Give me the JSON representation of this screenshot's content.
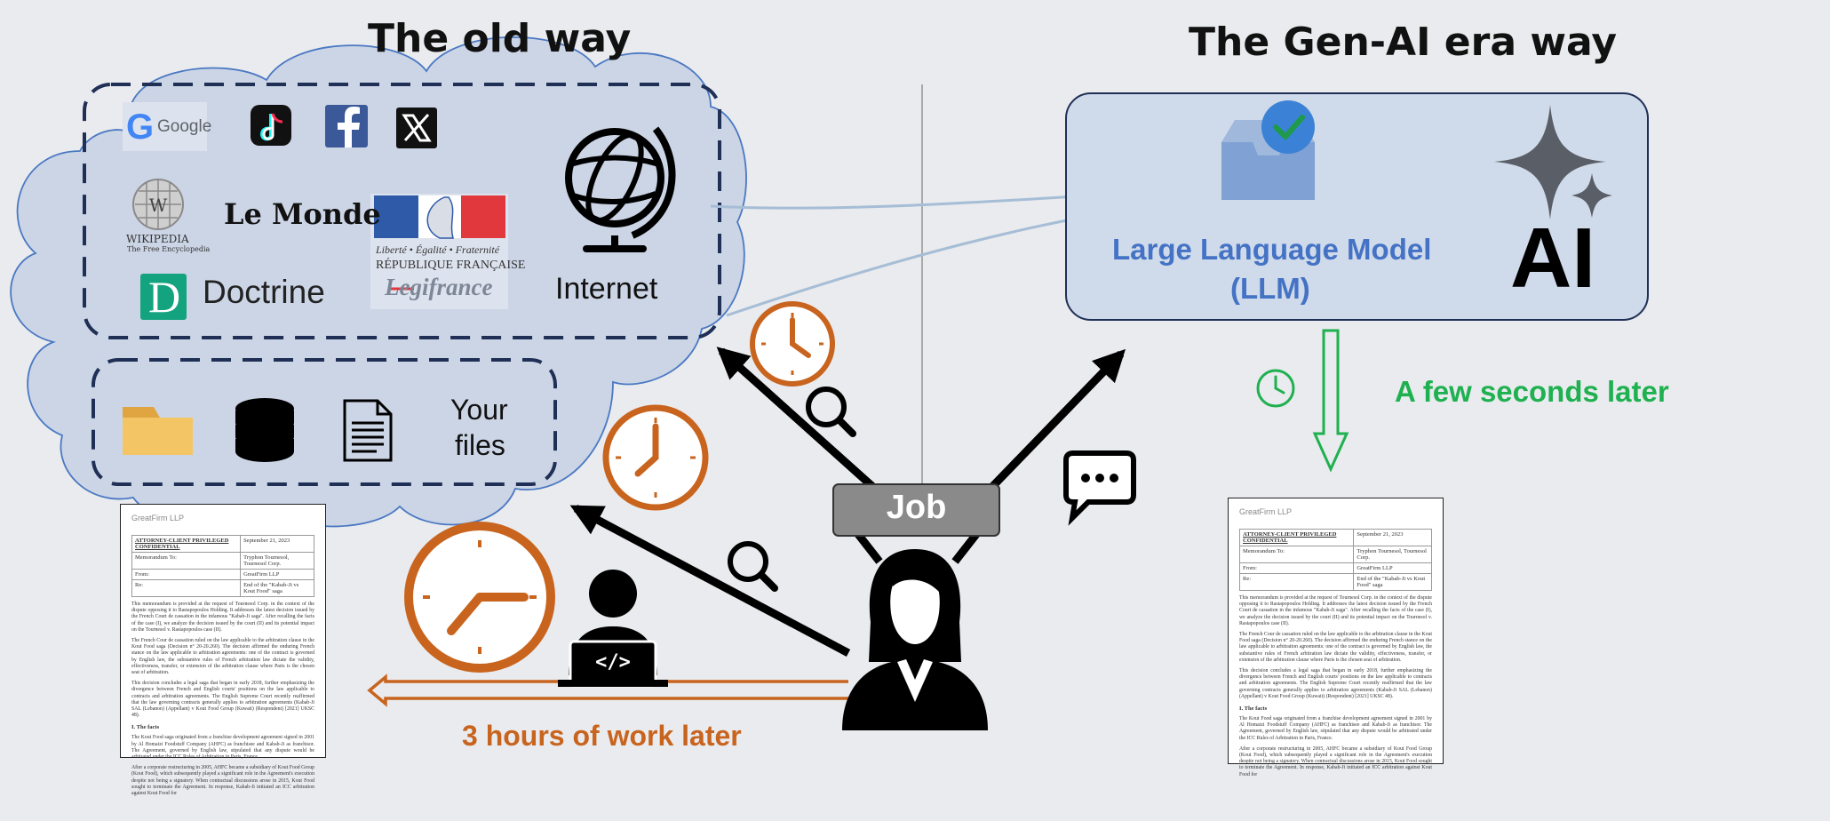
{
  "titles": {
    "left": "The old way",
    "right": "The Gen-AI era way"
  },
  "sources": {
    "google": "Google",
    "wikipedia_name": "WIKIPEDIA",
    "wikipedia_tagline": "The Free Encyclopedia",
    "lemonde": "Le Monde",
    "legifrance_motto": "Liberté • Égalité • Fraternité",
    "legifrance_republic": "RÉPUBLIQUE FRANÇAISE",
    "legifrance_name": "Legifrance",
    "doctrine_letter": "D",
    "doctrine_name": "Doctrine",
    "internet": "Internet",
    "your_files_line1": "Your",
    "your_files_line2": "files"
  },
  "llm": {
    "label_line1": "Large Language Model",
    "label_line2": "(LLM)",
    "ai_text": "AI"
  },
  "job_label": "Job",
  "few_seconds_label": "A few seconds later",
  "three_hours_label": "3 hours of work later",
  "icons": [
    "google-logo",
    "tiktok-icon",
    "facebook-icon",
    "x-icon",
    "wikipedia-globe-icon",
    "marianne-icon",
    "doctrine-icon",
    "globe-icon",
    "folder-icon",
    "database-icon",
    "document-icon",
    "clock-icon",
    "magnifier-icon",
    "chat-bubble-icon",
    "inbox-check-icon",
    "sparkle-icon",
    "developer-laptop-icon",
    "lawyer-person-icon"
  ],
  "colors": {
    "orange": "#c8641e",
    "green": "#1fb050",
    "llm_blue": "#4472c4",
    "cloud_fill": "#ccd5e6",
    "cloud_stroke": "#4a78c2",
    "dashed": "#1f2f55",
    "llm_box_fill": "#cfdaea",
    "job_fill": "#8a8a8a"
  },
  "memo": {
    "firm": "GreatFirm LLP",
    "header_left": "ATTORNEY-CLIENT PRIVILEGED CONFIDENTIAL",
    "date": "September 21, 2023",
    "rows": [
      {
        "k": "Memorandum To:",
        "v": "Tryphon Tournesol, Tournesol Corp."
      },
      {
        "k": "From:",
        "v": "GreatFirm LLP"
      },
      {
        "k": "Re:",
        "v": "End of the \"Kabab-Ji vs Kout Food\" saga"
      }
    ],
    "p1": "This memorandum is provided at the request of Tournesol Corp. in the context of the dispute opposing it to Rastapopoulos Holding. It addresses the latest decision issued by the French Court de cassation in the infamous \"Kabab-Ji saga\". After recalling the facts of the case (I), we analyze the decision issued by the court (II) and its potential impact on the Tournesol v. Rastapopoulos case (II).",
    "p2": "The French Cour de cassation ruled on the law applicable to the arbitration clause in the Kout Food saga (Decision n° 20-20.260). The decision affirmed the enduring French stance on the law applicable to arbitration agreements: one of the contract is governed by English law, the substantive rules of French arbitration law dictate the validity, effectiveness, transfer, or extension of the arbitration clause where Paris is the chosen seat of arbitration.",
    "p3": "This decision concludes a legal saga that began in early 2018, further emphasizing the divergence between French and English courts' positions on the law applicable to contracts and arbitration agreements. The English Supreme Court recently reaffirmed that the law governing contracts generally applies to arbitration agreements (Kabab-Ji SAL (Lebanon) (Appellant) v Kout Food Group (Kuwait) (Respondent) [2021] UKSC 48).",
    "section": "I.   The facts",
    "p4": "The Kout Food saga originated from a franchise development agreement signed in 2001 by Al Homaizi Foodstuff Company (AHFC) as franchisee and Kabab-Ji as franchisor. The Agreement, governed by English law, stipulated that any dispute would be arbitrated under the ICC Rules of Arbitration in Paris, France.",
    "p5": "After a corporate restructuring in 2005, AHFC became a subsidiary of Kout Food Group (Kout Food), which subsequently played a significant role in the Agreement's execution despite not being a signatory. When contractual discussions arose in 2015, Kout Food sought to terminate the Agreement. In response, Kabab-Ji initiated an ICC arbitration against Kout Food for"
  }
}
